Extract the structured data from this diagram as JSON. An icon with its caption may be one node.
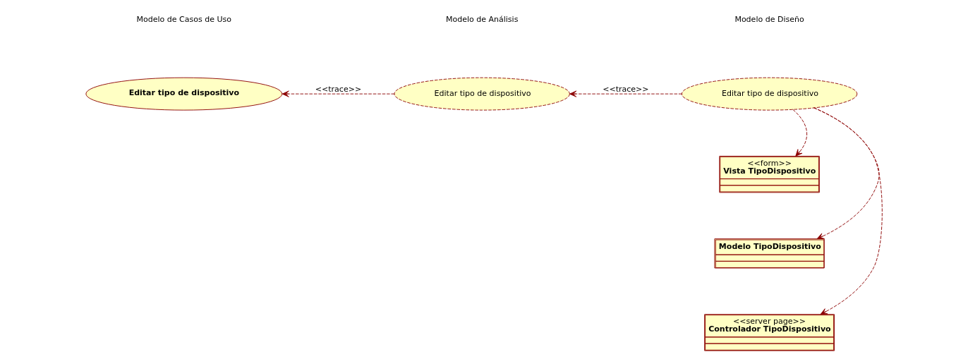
{
  "diagram": {
    "nodes": [
      {
        "text": [
          "Editar tipo de dispositivo"
        ]
      },
      {
        "text": [
          "Editar tipo de dispositivo"
        ]
      },
      {
        "text": [
          "Editar tipo de dispositivo"
        ]
      },
      {
        "text": [
          "<<form>>",
          "Vista TipoDispositivo"
        ]
      },
      {
        "text": [
          "Modelo TipoDispositivo"
        ]
      },
      {
        "text": [
          "<<server page>>",
          "Controlador TipoDispositivo"
        ]
      }
    ],
    "edges": [
      {
        "from": 1,
        "to": 0,
        "arrow": "to",
        "style": "dashed",
        "label": "<<trace>>"
      },
      {
        "from": 2,
        "to": 1,
        "arrow": "to",
        "style": "dashed",
        "label": "<<trace>>"
      },
      {
        "from": 2,
        "to": 3,
        "arrow": "to",
        "style": "dashed"
      },
      {
        "from": 2,
        "to": 4,
        "arrow": "to",
        "style": "dashed"
      },
      {
        "from": 2,
        "to": 5,
        "arrow": "to",
        "style": "dashed"
      }
    ],
    "labels": [
      "Modelo de Casos de Uso",
      "Modelo de Análisis",
      "Modelo de Diseño"
    ]
  }
}
